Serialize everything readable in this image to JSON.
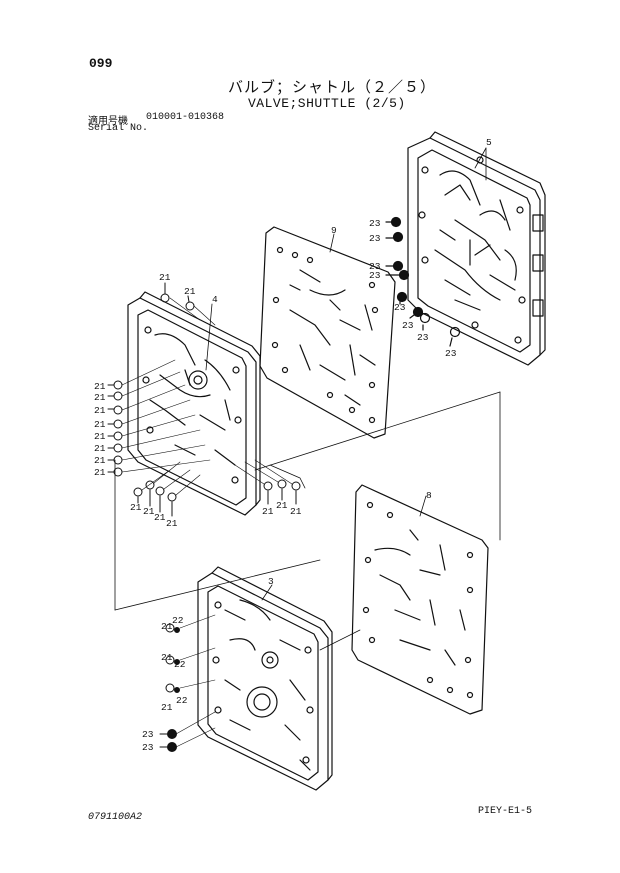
{
  "header": {
    "page_number": "099",
    "title_jp": "バルブ；シャトル（２／５）",
    "title_en": "VALVE;SHUTTLE (2/5)",
    "serial_label_jp": "適用号機",
    "serial_range": "010001-010368",
    "serial_label_en": "Serial No."
  },
  "footer": {
    "figure_code": "0791100A2",
    "sheet_code": "PIEY-E1-5"
  },
  "diagram": {
    "part_labels": {
      "plate_top_right": "5",
      "gasket_top": "9",
      "block_left": "4",
      "gasket_lower": "8",
      "block_bottom": "3"
    },
    "callouts": {
      "p21": "21",
      "p22": "22",
      "p23": "23"
    }
  }
}
